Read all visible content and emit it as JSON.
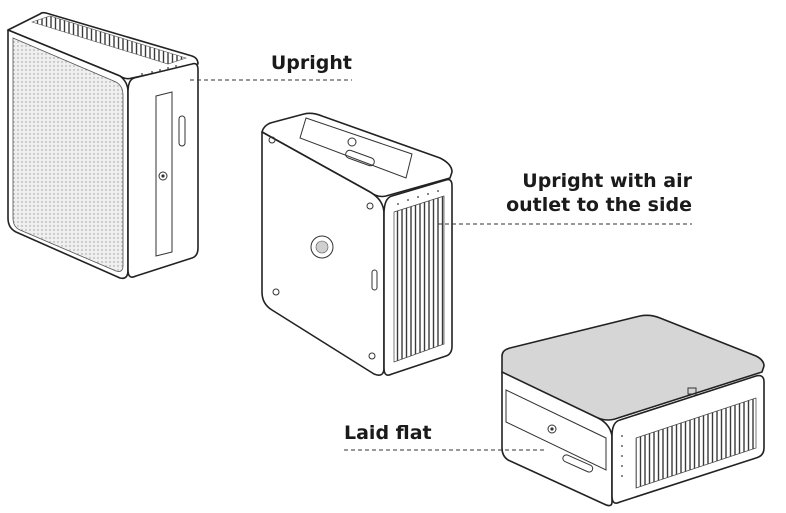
{
  "figure": {
    "callouts": [
      {
        "key": "upright",
        "lines": [
          "Upright"
        ]
      },
      {
        "key": "upright_side",
        "lines": [
          "Upright with air",
          "outlet to the side"
        ]
      },
      {
        "key": "flat",
        "lines": [
          "Laid flat"
        ]
      }
    ]
  },
  "colors": {
    "outline": "#222222",
    "mesh": "#e6e6e6",
    "top_panel": "#d4d4d4",
    "label": "#1a1a1a"
  }
}
